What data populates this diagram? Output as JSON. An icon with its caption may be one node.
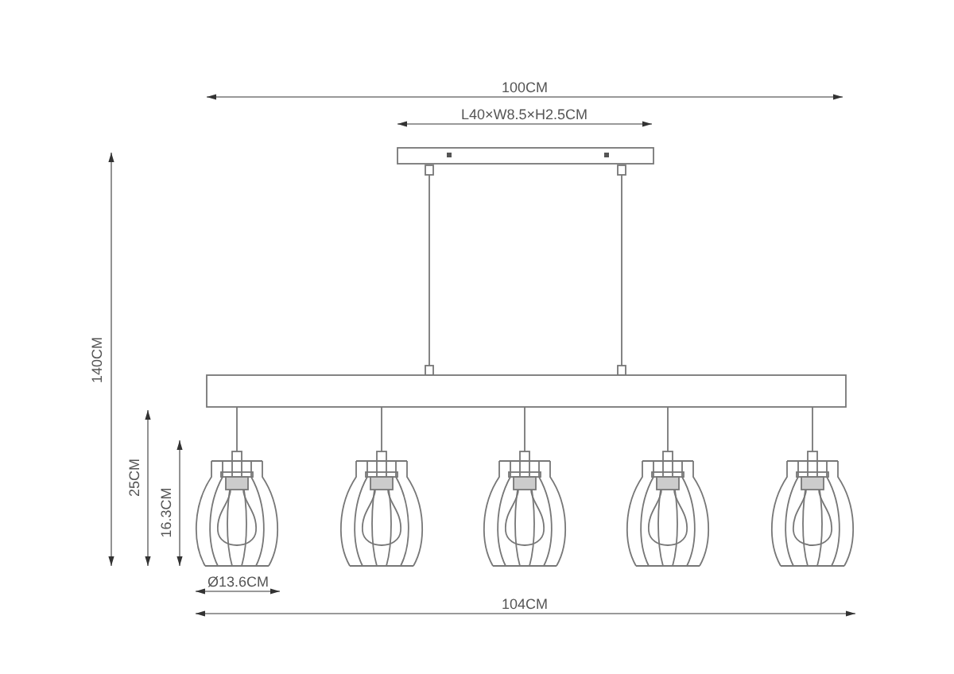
{
  "diagram": {
    "labels": [
      "100CM",
      "L40×W8.5×H2.5CM",
      "140CM",
      "25CM",
      "16.3CM",
      "Ø13.6CM",
      "104CM"
    ]
  }
}
